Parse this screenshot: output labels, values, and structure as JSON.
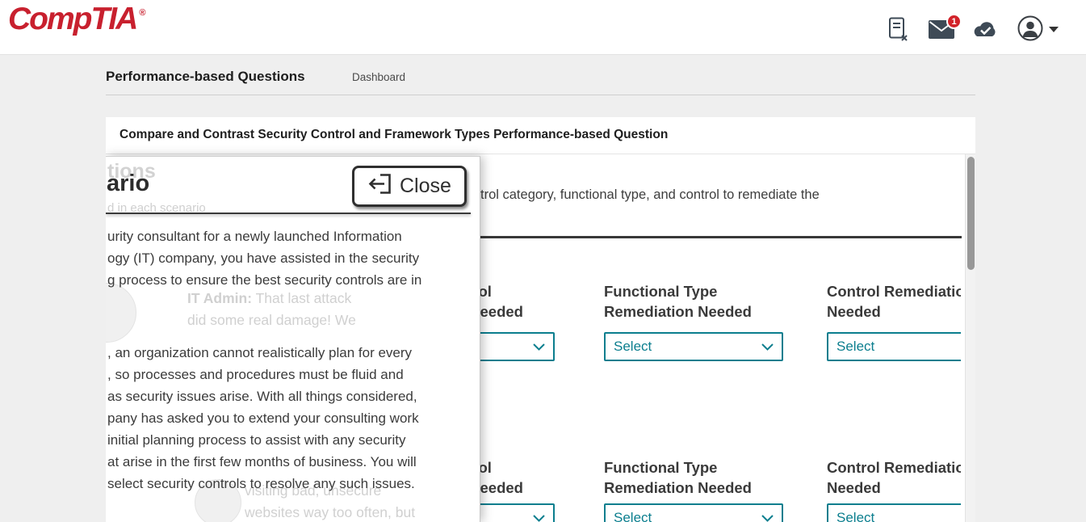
{
  "header": {
    "logo_text": "CompTIA",
    "registered_mark": "®",
    "mail_badge": "1"
  },
  "page": {
    "heading": "Performance-based Questions",
    "nav_link": "Dashboard"
  },
  "card": {
    "title": "Compare and Contrast Security Control and Framework Types Performance-based Question",
    "instruction_fragment": "trol category, functional type, and control to remediate the"
  },
  "scenario_modal": {
    "title_fragment": "ario",
    "close_button": "Close",
    "body_lines_1": [
      "urity consultant for a newly launched Information",
      "ogy (IT) company, you have assisted in the security",
      "g process to ensure the best security controls are in"
    ],
    "body_lines_2": [
      ", an organization cannot realistically plan for every",
      ", so processes and procedures must be fluid and",
      "as security issues arise. With all things considered,",
      "pany has asked you to extend your consulting work",
      "initial planning process to assist with any security",
      "at arise in the first few months of business. You will",
      "select security controls to resolve any such issues."
    ]
  },
  "dimmed_background": {
    "heading_fragment": "tions",
    "subtext_fragment": "d in each scenario",
    "chat_a_speaker": "IT Admin:",
    "chat_a_rest": " That last attack",
    "chat_a_line2": "did some real damage! We",
    "chat_b_line1": "visiting bad, unsecure",
    "chat_b_line2": "websites way too often, but"
  },
  "selection_grid": {
    "select_placeholder": "Select",
    "rows": [
      {
        "cells": [
          {
            "title_l1": "Security Control",
            "title_l2": "Remediation Needed"
          },
          {
            "title_l1": "Functional Type",
            "title_l2": "Remediation Needed"
          },
          {
            "title_l1": "Control Remediation",
            "title_l2": "Needed"
          }
        ]
      },
      {
        "cells": [
          {
            "title_l1": "Security Control",
            "title_l2": "Remediation Needed"
          },
          {
            "title_l1": "Functional Type",
            "title_l2": "Remediation Needed"
          },
          {
            "title_l1": "Control Remediation",
            "title_l2": "Needed"
          }
        ]
      }
    ]
  },
  "colors": {
    "accent_teal": "#0B7E8E",
    "logo_red": "#C8202E",
    "badge_red": "#D2232A",
    "icon_slate": "#3E4A56"
  }
}
